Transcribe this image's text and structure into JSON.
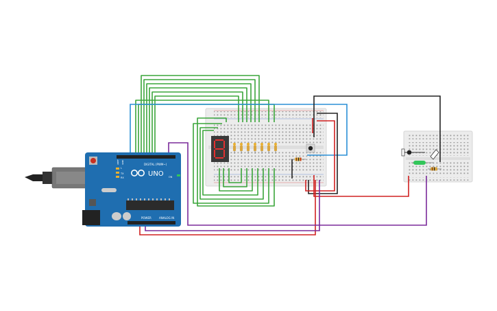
{
  "arduino": {
    "model": "UNO",
    "digital_label": "DIGITAL (PWM~)",
    "power_label": "POWER",
    "analog_label": "ANALOG IN",
    "tx_label": "TX",
    "rx_label": "RX",
    "l_label": "L",
    "aref_label": "AREF",
    "gnd_label": "GND",
    "on_label": "ON"
  },
  "display": {
    "digit": "8"
  },
  "colors": {
    "wire_green": "#3aa53a",
    "wire_blue": "#2a8fd6",
    "wire_black": "#222222",
    "wire_red": "#d02020",
    "wire_purple": "#7a2a9a",
    "board": "#1f6eb0",
    "breadboard": "#eeeeee",
    "seg_on": "#e53030"
  },
  "icons": [
    "usb-cable-icon",
    "reset-button-icon",
    "arduino-logo-icon",
    "pushbutton-icon",
    "slide-switch-icon",
    "led-icon",
    "resistor-icon"
  ]
}
